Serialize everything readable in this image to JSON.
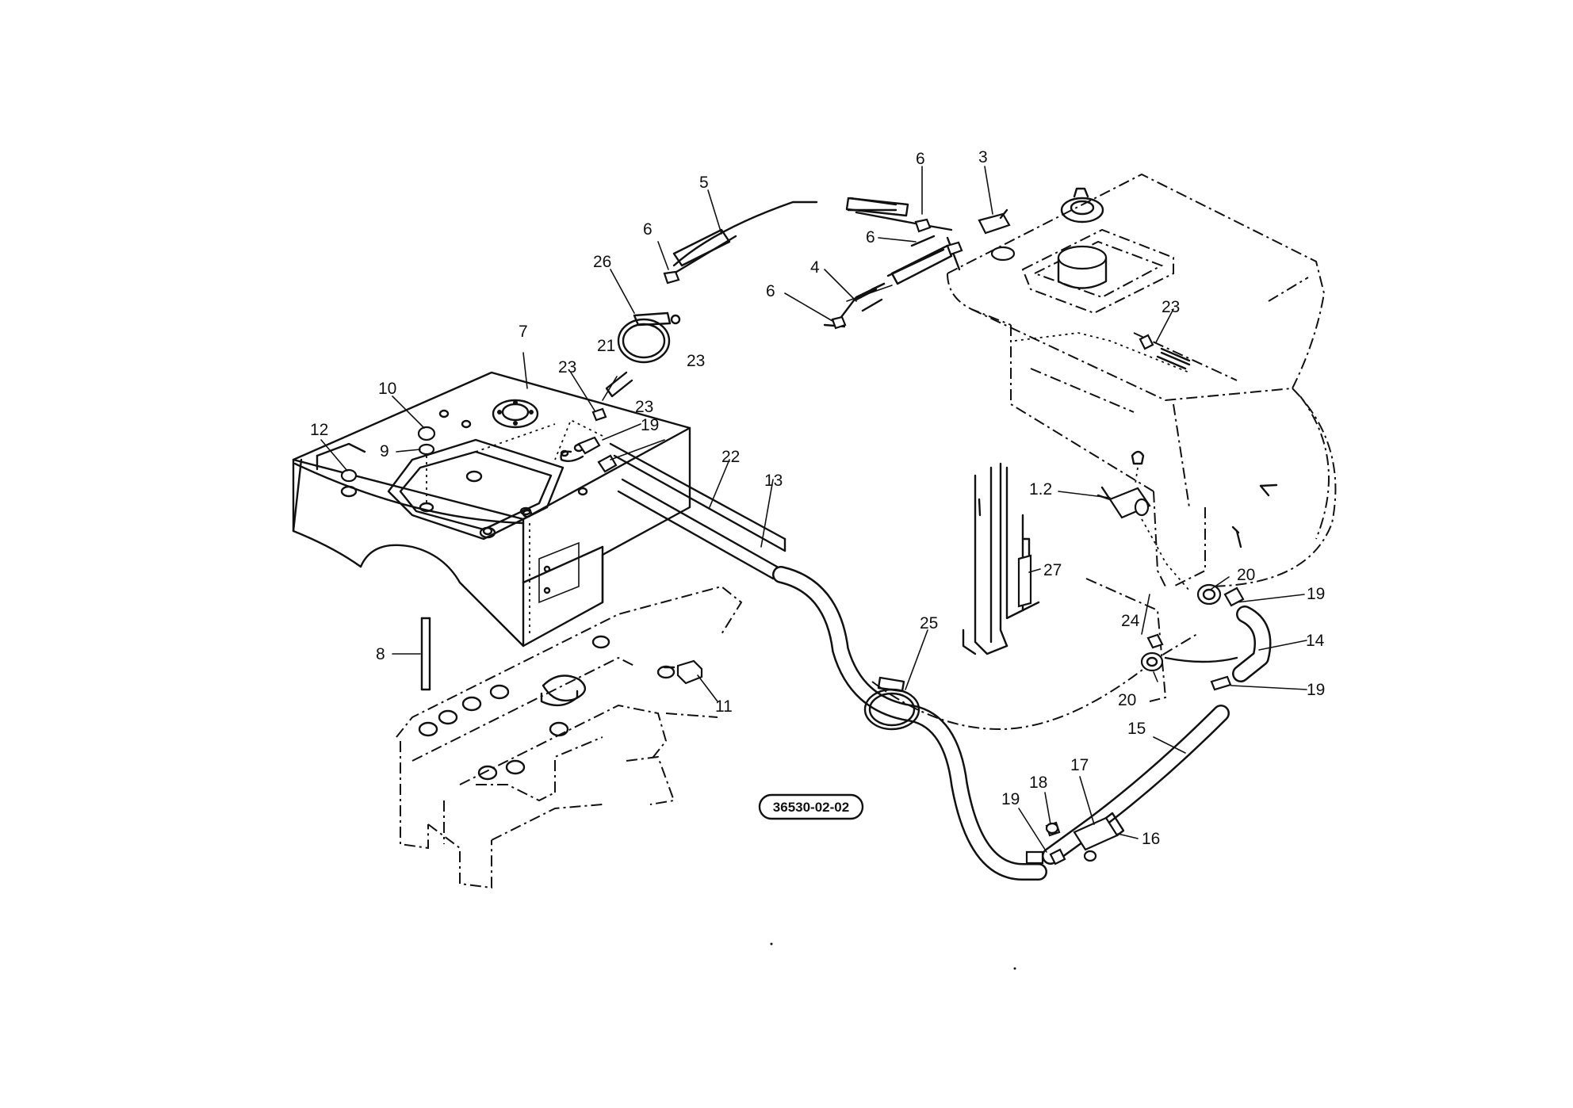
{
  "drawing": {
    "reference_number": "36530-02-02"
  },
  "callouts": [
    {
      "id": "callout-1-2",
      "text": "1.2"
    },
    {
      "id": "callout-3",
      "text": "3"
    },
    {
      "id": "callout-4",
      "text": "4"
    },
    {
      "id": "callout-5",
      "text": "5"
    },
    {
      "id": "callout-6a",
      "text": "6"
    },
    {
      "id": "callout-6b",
      "text": "6"
    },
    {
      "id": "callout-6c",
      "text": "6"
    },
    {
      "id": "callout-6d",
      "text": "6"
    },
    {
      "id": "callout-7",
      "text": "7"
    },
    {
      "id": "callout-8",
      "text": "8"
    },
    {
      "id": "callout-9",
      "text": "9"
    },
    {
      "id": "callout-10",
      "text": "10"
    },
    {
      "id": "callout-11",
      "text": "11"
    },
    {
      "id": "callout-12",
      "text": "12"
    },
    {
      "id": "callout-13",
      "text": "13"
    },
    {
      "id": "callout-14",
      "text": "14"
    },
    {
      "id": "callout-15",
      "text": "15"
    },
    {
      "id": "callout-16",
      "text": "16"
    },
    {
      "id": "callout-17",
      "text": "17"
    },
    {
      "id": "callout-18",
      "text": "18"
    },
    {
      "id": "callout-19a",
      "text": "19"
    },
    {
      "id": "callout-19b",
      "text": "19"
    },
    {
      "id": "callout-19c",
      "text": "19"
    },
    {
      "id": "callout-19d",
      "text": "19"
    },
    {
      "id": "callout-20a",
      "text": "20"
    },
    {
      "id": "callout-20b",
      "text": "20"
    },
    {
      "id": "callout-21",
      "text": "21"
    },
    {
      "id": "callout-22",
      "text": "22"
    },
    {
      "id": "callout-23a",
      "text": "23"
    },
    {
      "id": "callout-23b",
      "text": "23"
    },
    {
      "id": "callout-23c",
      "text": "23"
    },
    {
      "id": "callout-23d",
      "text": "23"
    },
    {
      "id": "callout-24",
      "text": "24"
    },
    {
      "id": "callout-25",
      "text": "25"
    },
    {
      "id": "callout-26",
      "text": "26"
    },
    {
      "id": "callout-27",
      "text": "27"
    }
  ]
}
